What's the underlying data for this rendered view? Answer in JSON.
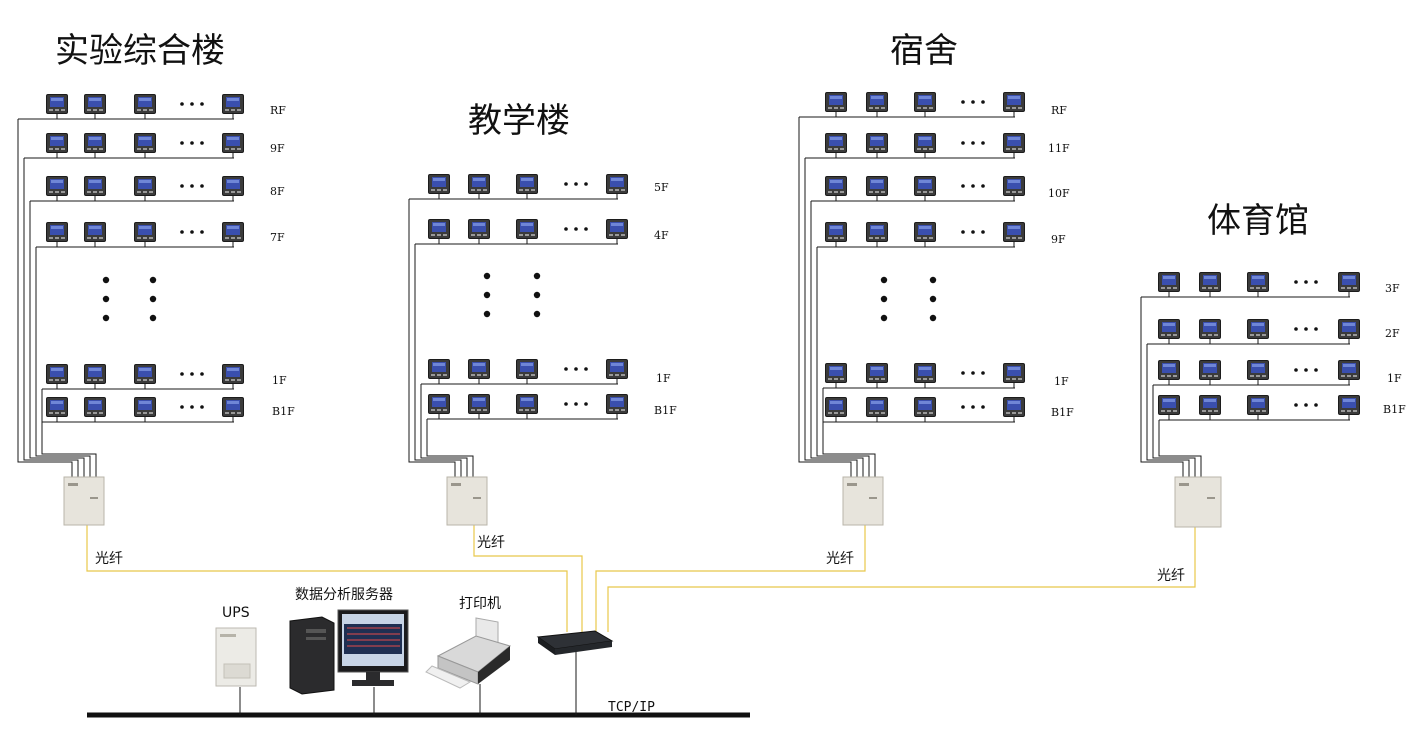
{
  "buildings": [
    {
      "title": "实验综合楼",
      "floors": [
        {
          "label": "RF"
        },
        {
          "label": "9F"
        },
        {
          "label": "8F"
        },
        {
          "label": "7F"
        },
        {
          "label": "1F"
        },
        {
          "label": "B1F"
        }
      ],
      "fiber_label": "光纤"
    },
    {
      "title": "教学楼",
      "floors": [
        {
          "label": "5F"
        },
        {
          "label": "4F"
        },
        {
          "label": "1F"
        },
        {
          "label": "B1F"
        }
      ],
      "fiber_label": "光纤"
    },
    {
      "title": "宿舍",
      "floors": [
        {
          "label": "RF"
        },
        {
          "label": "11F"
        },
        {
          "label": "10F"
        },
        {
          "label": "9F"
        },
        {
          "label": "1F"
        },
        {
          "label": "B1F"
        }
      ],
      "fiber_label": "光纤"
    },
    {
      "title": "体育馆",
      "floors": [
        {
          "label": "3F"
        },
        {
          "label": "2F"
        },
        {
          "label": "1F"
        },
        {
          "label": "B1F"
        }
      ],
      "fiber_label": "光纤"
    }
  ],
  "devices": {
    "ups": {
      "label": "UPS"
    },
    "server": {
      "label": "数据分析服务器"
    },
    "printer": {
      "label": "打印机"
    },
    "switch": {
      "label": ""
    }
  },
  "network": {
    "protocol_label": "TCP/IP"
  },
  "colors": {
    "fiber": "#e8c84a",
    "wire": "#1a1a1a",
    "meter_body": "#3b3b3b",
    "meter_screen": "#3a4fae",
    "cabinet": "#e7e4dc"
  },
  "icons": {
    "meter": "power-meter-icon",
    "cabinet": "gateway-cabinet-icon",
    "ups": "ups-icon",
    "server": "server-workstation-icon",
    "printer": "printer-icon",
    "switch": "network-switch-icon"
  }
}
